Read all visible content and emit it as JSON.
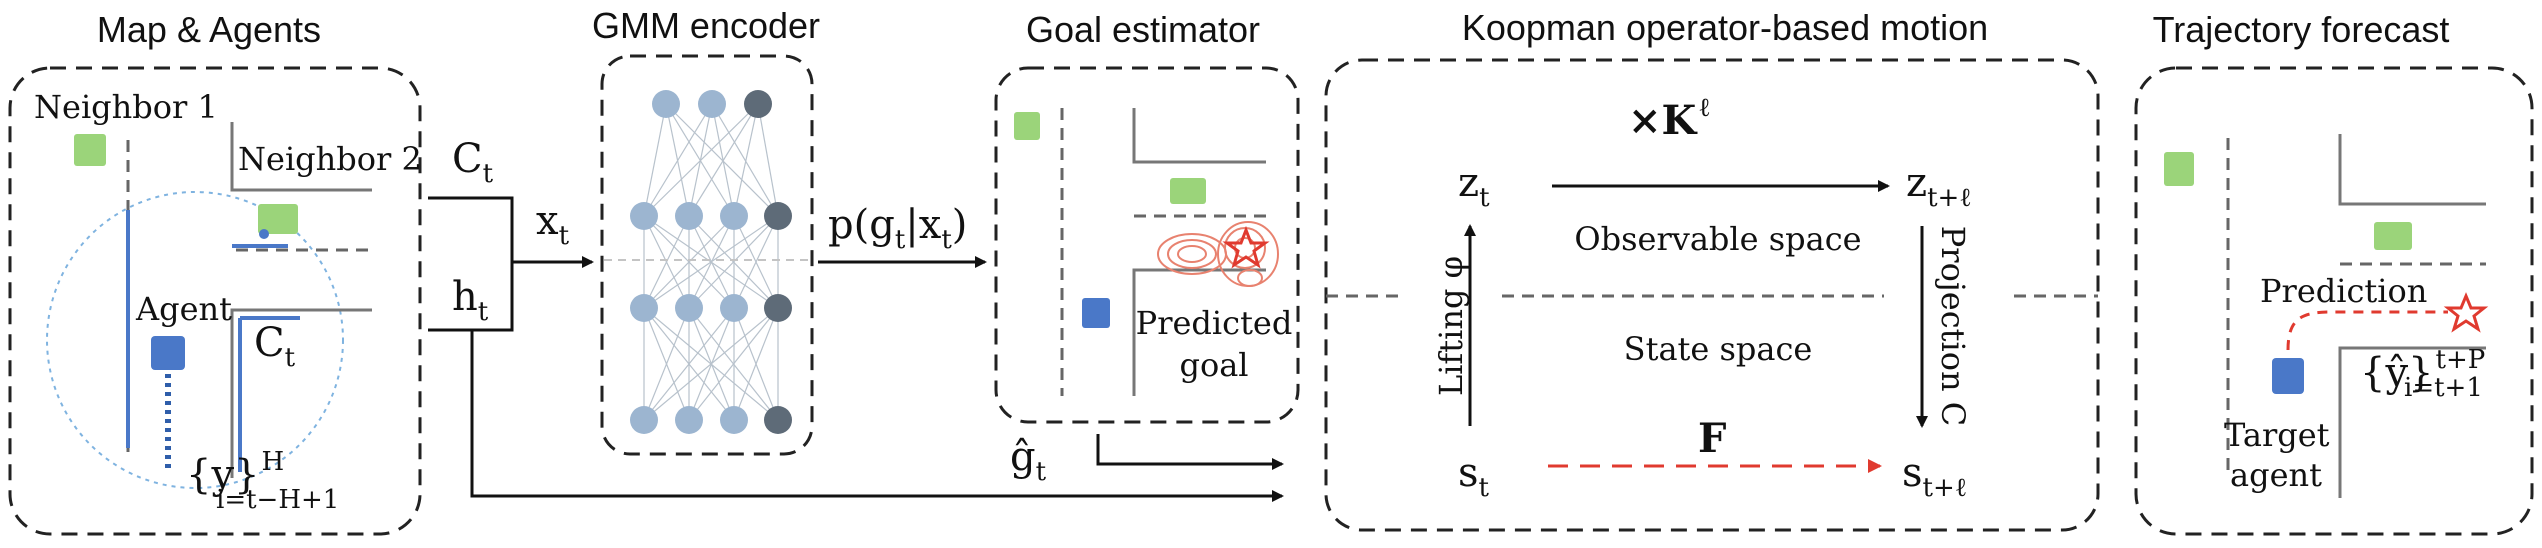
{
  "sections": {
    "map_agents": "Map & Agents",
    "gmm_encoder": "GMM encoder",
    "goal_estimator": "Goal estimator",
    "koopman_motion": "Koopman operator-based motion",
    "trajectory_forecast": "Trajectory forecast"
  },
  "map": {
    "neighbor1": "Neighbor 1",
    "neighbor2": "Neighbor 2",
    "agent": "Agent",
    "context": "C",
    "context_sub": "t",
    "history": "{y}",
    "history_sup": "H",
    "history_sub": "i=t−H+1"
  },
  "inputs": {
    "ct": "C",
    "ct_sub": "t",
    "ht": "h",
    "ht_sub": "t",
    "xt": "x",
    "xt_sub": "t"
  },
  "encoder_output": "p(g",
  "encoder_output_sub1": "t",
  "encoder_output_mid": "|x",
  "encoder_output_sub2": "t",
  "encoder_output_end": ")",
  "goal": {
    "predicted_goal_line1": "Predicted",
    "predicted_goal_line2": "goal",
    "ghat": "ĝ",
    "ghat_sub": "t"
  },
  "koopman": {
    "operator": "×K",
    "operator_sup": "ℓ",
    "zt": "z",
    "zt_sub": "t",
    "ztl": "z",
    "ztl_sub": "t+ℓ",
    "st": "s",
    "st_sub": "t",
    "stl": "s",
    "stl_sub": "t+ℓ",
    "observable_space": "Observable space",
    "state_space": "State space",
    "lifting": "Lifting φ",
    "projection": "Projection C",
    "F": "F"
  },
  "forecast": {
    "prediction": "Prediction",
    "target_line1": "Target",
    "target_line2": "agent",
    "yhat": "{ŷ}",
    "yhat_sup": "t+P",
    "yhat_sub": "i=t+1"
  },
  "colors": {
    "agent_blue": "#4a78c8",
    "neighbor_green": "#9bd47a",
    "prediction_red": "#e03a2f"
  }
}
